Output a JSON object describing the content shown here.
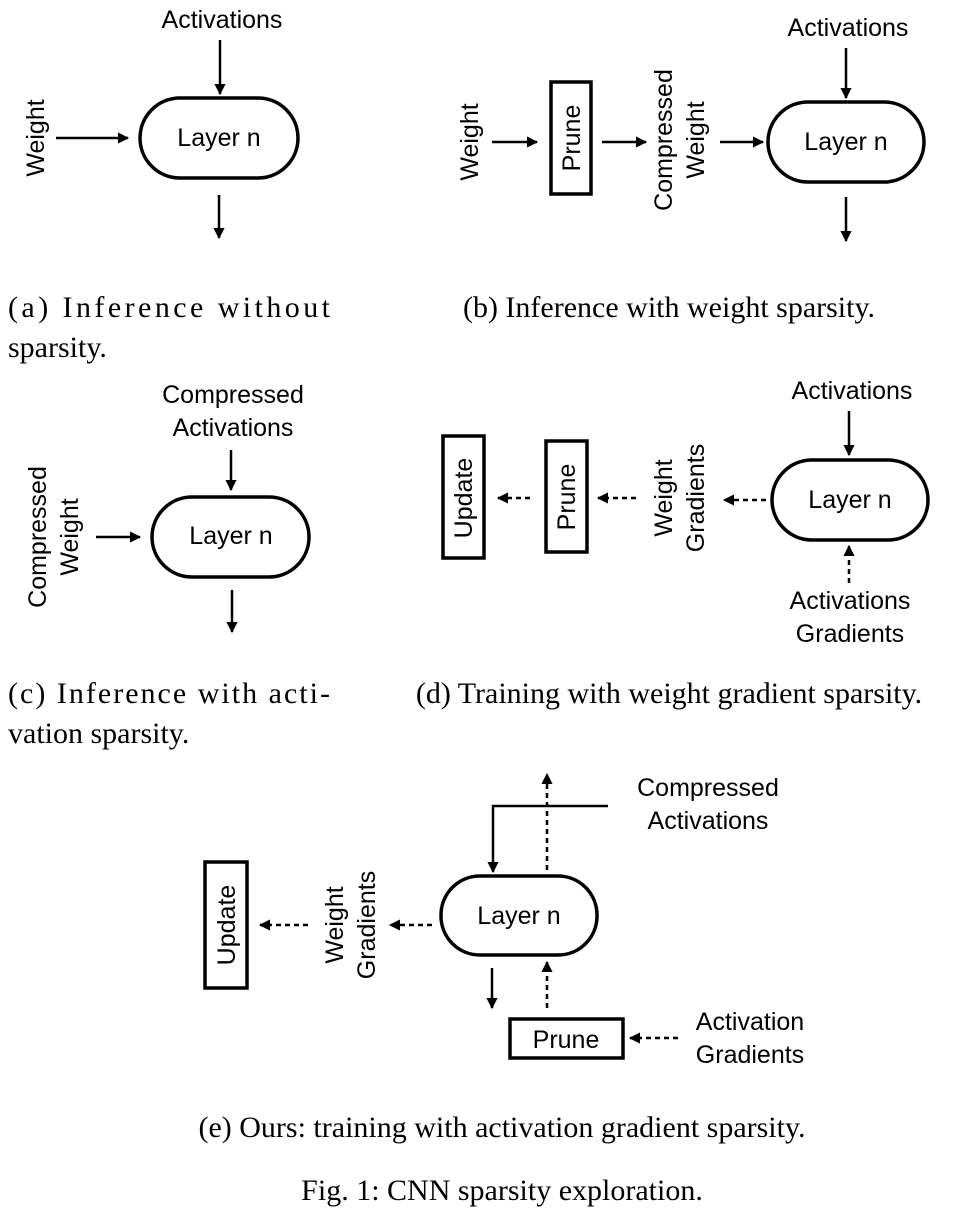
{
  "panel_a": {
    "activations": "Activations",
    "weight": "Weight",
    "layer": "Layer n",
    "caption_line1": "(a) Inference without",
    "caption_line2": "sparsity."
  },
  "panel_b": {
    "activations": "Activations",
    "weight": "Weight",
    "prune": "Prune",
    "compressed_weight_line1": "Compressed",
    "compressed_weight_line2": "Weight",
    "layer": "Layer n",
    "caption": "(b) Inference with weight sparsity."
  },
  "panel_c": {
    "compressed_activations_line1": "Compressed",
    "compressed_activations_line2": "Activations",
    "compressed_weight_line1": "Compressed",
    "compressed_weight_line2": "Weight",
    "layer": "Layer n",
    "caption_line1": "(c) Inference with acti-",
    "caption_line2": "vation sparsity."
  },
  "panel_d": {
    "activations": "Activations",
    "update": "Update",
    "prune": "Prune",
    "weight_gradients_line1": "Weight",
    "weight_gradients_line2": "Gradients",
    "layer": "Layer n",
    "activation_gradients_line1": "Activations",
    "activation_gradients_line2": "Gradients",
    "caption": "(d) Training with weight gradient sparsity."
  },
  "panel_e": {
    "compressed_activations_line1": "Compressed",
    "compressed_activations_line2": "Activations",
    "update": "Update",
    "weight_gradients_line1": "Weight",
    "weight_gradients_line2": "Gradients",
    "layer": "Layer n",
    "prune": "Prune",
    "activation_gradients_line1": "Activation",
    "activation_gradients_line2": "Gradients",
    "caption": "(e) Ours: training with activation gradient sparsity."
  },
  "figure_caption": "Fig. 1: CNN sparsity exploration."
}
